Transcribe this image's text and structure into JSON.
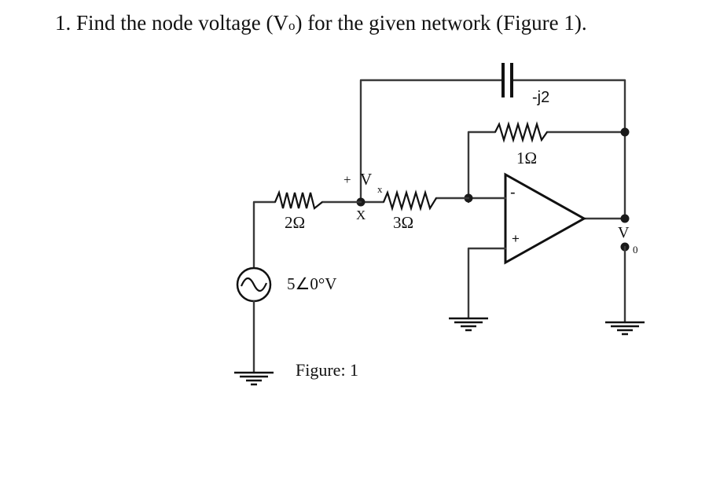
{
  "question": {
    "prefix": "1. Find the node voltage (V",
    "subscript": "o",
    "suffix": ") for the given network (Figure 1)."
  },
  "diagram": {
    "capacitor_label": "-j2",
    "feedback_resistor_label": "1Ω",
    "r1_label": "2Ω",
    "r2_label": "3Ω",
    "node_x_label": "X",
    "vx_plus": "+",
    "vx_label": "V",
    "vx_sub": "x",
    "source_label": "5∠0°V",
    "opamp_minus": "-",
    "opamp_plus": "+",
    "vo_label": "V",
    "vo_sub": "0",
    "figure_caption": "Figure: 1"
  }
}
